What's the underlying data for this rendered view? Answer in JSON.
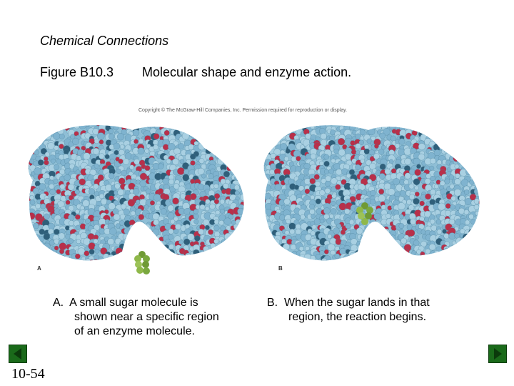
{
  "header": {
    "section_title": "Chemical Connections",
    "figure_number": "Figure B10.3",
    "figure_title": "Molecular shape and enzyme action."
  },
  "figure": {
    "copyright": "Copyright © The McGraw-Hill Companies, Inc. Permission required for reproduction or display.",
    "panel_a_letter": "A",
    "panel_b_letter": "B"
  },
  "captions": {
    "a_label": "A.",
    "a_line1": "A small sugar molecule is",
    "a_line2": "shown near a specific region",
    "a_line3": "of an enzyme molecule.",
    "b_label": "B.",
    "b_line1": "When the sugar lands in that",
    "b_line2": "region, the reaction begins."
  },
  "footer": {
    "slide_number": "10-54"
  },
  "colors": {
    "atom_blue": "#7fb3cf",
    "atom_red": "#b8304a",
    "atom_dark": "#2f5f7a",
    "sugar_green": "#8fb84a",
    "nav_green": "#1a6a1a"
  },
  "icons": {
    "back": "arrow-left-icon",
    "forward": "arrow-right-icon"
  }
}
